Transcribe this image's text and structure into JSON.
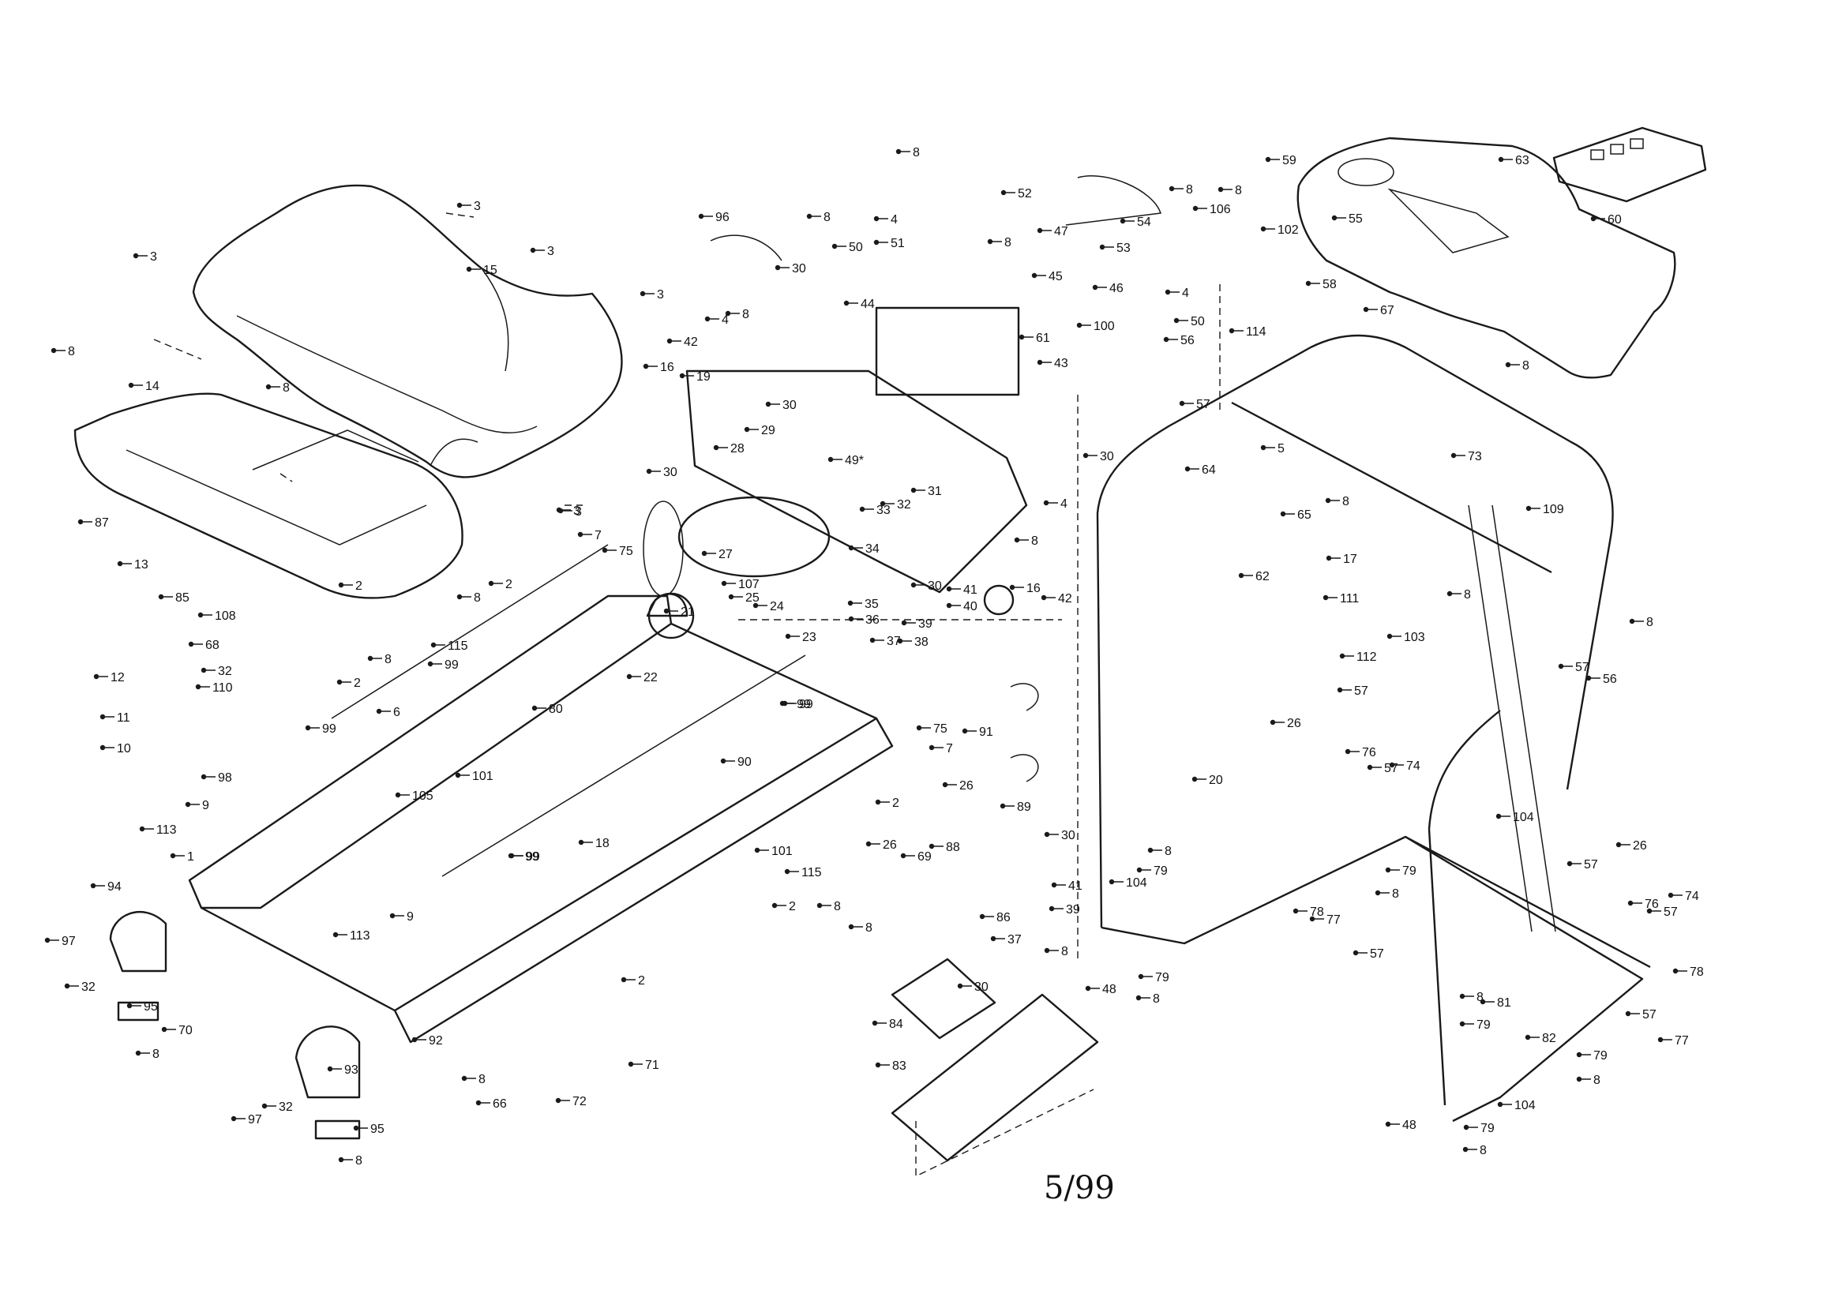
{
  "page_number": "5/99",
  "callouts": [
    {
      "id": "c1",
      "label": "3"
    },
    {
      "id": "c2",
      "label": "3"
    },
    {
      "id": "c3",
      "label": "3"
    },
    {
      "id": "c4",
      "label": "3"
    },
    {
      "id": "c5",
      "label": "3"
    },
    {
      "id": "c6",
      "label": "15"
    },
    {
      "id": "c7",
      "label": "8"
    },
    {
      "id": "c8",
      "label": "14"
    },
    {
      "id": "c9",
      "label": "8"
    },
    {
      "id": "c10",
      "label": "8"
    },
    {
      "id": "c11",
      "label": "87"
    },
    {
      "id": "c12",
      "label": "13"
    },
    {
      "id": "c13",
      "label": "85"
    },
    {
      "id": "c14",
      "label": "12"
    },
    {
      "id": "c15",
      "label": "11"
    },
    {
      "id": "c16",
      "label": "10"
    },
    {
      "id": "c17",
      "label": "108"
    },
    {
      "id": "c18",
      "label": "68"
    },
    {
      "id": "c19",
      "label": "32"
    },
    {
      "id": "c20",
      "label": "110"
    },
    {
      "id": "c21",
      "label": "2"
    },
    {
      "id": "c22",
      "label": "2"
    },
    {
      "id": "c23",
      "label": "98"
    },
    {
      "id": "c24",
      "label": "9"
    },
    {
      "id": "c25",
      "label": "113"
    },
    {
      "id": "c26",
      "label": "1"
    },
    {
      "id": "c27",
      "label": "94"
    },
    {
      "id": "c28",
      "label": "97"
    },
    {
      "id": "c29",
      "label": "32"
    },
    {
      "id": "c30",
      "label": "95"
    },
    {
      "id": "c31",
      "label": "8"
    },
    {
      "id": "c32",
      "label": "70"
    },
    {
      "id": "c33",
      "label": "93"
    },
    {
      "id": "c34",
      "label": "97"
    },
    {
      "id": "c35",
      "label": "32"
    },
    {
      "id": "c36",
      "label": "95"
    },
    {
      "id": "c37",
      "label": "8"
    },
    {
      "id": "c38",
      "label": "66"
    },
    {
      "id": "c39",
      "label": "8"
    },
    {
      "id": "c40",
      "label": "71"
    },
    {
      "id": "c41",
      "label": "72"
    },
    {
      "id": "c42",
      "label": "113"
    },
    {
      "id": "c43",
      "label": "92"
    },
    {
      "id": "c44",
      "label": "9"
    },
    {
      "id": "c45",
      "label": "99"
    },
    {
      "id": "c46",
      "label": "18"
    },
    {
      "id": "c47",
      "label": "105"
    },
    {
      "id": "c48",
      "label": "6"
    },
    {
      "id": "c49",
      "label": "99"
    },
    {
      "id": "c50",
      "label": "101"
    },
    {
      "id": "c51",
      "label": "99"
    },
    {
      "id": "c52",
      "label": "8"
    },
    {
      "id": "c53",
      "label": "115"
    },
    {
      "id": "c54",
      "label": "80"
    },
    {
      "id": "c55",
      "label": "2"
    },
    {
      "id": "c56",
      "label": "99"
    },
    {
      "id": "c57",
      "label": "7"
    },
    {
      "id": "c58",
      "label": "75"
    },
    {
      "id": "c59",
      "label": "22"
    },
    {
      "id": "c60",
      "label": "21"
    },
    {
      "id": "c61",
      "label": "99"
    },
    {
      "id": "c62",
      "label": "90"
    },
    {
      "id": "c63",
      "label": "101"
    },
    {
      "id": "c64",
      "label": "2"
    },
    {
      "id": "c65",
      "label": "2"
    },
    {
      "id": "c66",
      "label": "99"
    },
    {
      "id": "c67",
      "label": "75"
    },
    {
      "id": "c68",
      "label": "7"
    },
    {
      "id": "c69",
      "label": "2"
    },
    {
      "id": "c70",
      "label": "26"
    },
    {
      "id": "c71",
      "label": "89"
    },
    {
      "id": "c72",
      "label": "91"
    },
    {
      "id": "c73",
      "label": "115"
    },
    {
      "id": "c74",
      "label": "8"
    },
    {
      "id": "c75",
      "label": "26"
    },
    {
      "id": "c76",
      "label": "69"
    },
    {
      "id": "c77",
      "label": "88"
    },
    {
      "id": "c78",
      "label": "86"
    },
    {
      "id": "c79",
      "label": "30"
    },
    {
      "id": "c80",
      "label": "30"
    },
    {
      "id": "c81",
      "label": "41"
    },
    {
      "id": "c82",
      "label": "39"
    },
    {
      "id": "c83",
      "label": "37"
    },
    {
      "id": "c84",
      "label": "8"
    },
    {
      "id": "c85",
      "label": "84"
    },
    {
      "id": "c86",
      "label": "8"
    },
    {
      "id": "c87",
      "label": "83"
    },
    {
      "id": "c88",
      "label": "96"
    },
    {
      "id": "c89",
      "label": "30"
    },
    {
      "id": "c90",
      "label": "8"
    },
    {
      "id": "c91",
      "label": "4"
    },
    {
      "id": "c92",
      "label": "42"
    },
    {
      "id": "c93",
      "label": "16"
    },
    {
      "id": "c94",
      "label": "19"
    },
    {
      "id": "c95",
      "label": "30"
    },
    {
      "id": "c96",
      "label": "30"
    },
    {
      "id": "c97",
      "label": "28"
    },
    {
      "id": "c98",
      "label": "29"
    },
    {
      "id": "c99",
      "label": "49*"
    },
    {
      "id": "c100",
      "label": "27"
    },
    {
      "id": "c101",
      "label": "107"
    },
    {
      "id": "c102",
      "label": "25"
    },
    {
      "id": "c103",
      "label": "24"
    },
    {
      "id": "c104",
      "label": "23"
    },
    {
      "id": "c105",
      "label": "33"
    },
    {
      "id": "c106",
      "label": "34"
    },
    {
      "id": "c107",
      "label": "35"
    },
    {
      "id": "c108",
      "label": "36"
    },
    {
      "id": "c109",
      "label": "37"
    },
    {
      "id": "c110",
      "label": "38"
    },
    {
      "id": "c111",
      "label": "39"
    },
    {
      "id": "c112",
      "label": "40"
    },
    {
      "id": "c113",
      "label": "41"
    },
    {
      "id": "c114",
      "label": "30"
    },
    {
      "id": "c115",
      "label": "16"
    },
    {
      "id": "c116",
      "label": "42"
    },
    {
      "id": "c117",
      "label": "8"
    },
    {
      "id": "c118",
      "label": "4"
    },
    {
      "id": "c119",
      "label": "31"
    },
    {
      "id": "c120",
      "label": "32"
    },
    {
      "id": "c121",
      "label": "30"
    },
    {
      "id": "c122",
      "label": "3"
    },
    {
      "id": "c123",
      "label": "8"
    },
    {
      "id": "c124",
      "label": "4"
    },
    {
      "id": "c125",
      "label": "50"
    },
    {
      "id": "c126",
      "label": "51"
    },
    {
      "id": "c127",
      "label": "44"
    },
    {
      "id": "c128",
      "label": "8"
    },
    {
      "id": "c129",
      "label": "52"
    },
    {
      "id": "c130",
      "label": "54"
    },
    {
      "id": "c131",
      "label": "53"
    },
    {
      "id": "c132",
      "label": "47"
    },
    {
      "id": "c133",
      "label": "8"
    },
    {
      "id": "c134",
      "label": "45"
    },
    {
      "id": "c135",
      "label": "46"
    },
    {
      "id": "c136",
      "label": "61"
    },
    {
      "id": "c137",
      "label": "43"
    },
    {
      "id": "c138",
      "label": "8"
    },
    {
      "id": "c139",
      "label": "106"
    },
    {
      "id": "c140",
      "label": "102"
    },
    {
      "id": "c141",
      "label": "8"
    },
    {
      "id": "c142",
      "label": "4"
    },
    {
      "id": "c143",
      "label": "50"
    },
    {
      "id": "c144",
      "label": "100"
    },
    {
      "id": "c145",
      "label": "56"
    },
    {
      "id": "c146",
      "label": "57"
    },
    {
      "id": "c147",
      "label": "114"
    },
    {
      "id": "c148",
      "label": "5"
    },
    {
      "id": "c149",
      "label": "64"
    },
    {
      "id": "c150",
      "label": "65"
    },
    {
      "id": "c151",
      "label": "62"
    },
    {
      "id": "c152",
      "label": "59"
    },
    {
      "id": "c153",
      "label": "63"
    },
    {
      "id": "c154",
      "label": "60"
    },
    {
      "id": "c155",
      "label": "55"
    },
    {
      "id": "c156",
      "label": "58"
    },
    {
      "id": "c157",
      "label": "67"
    },
    {
      "id": "c158",
      "label": "8"
    },
    {
      "id": "c159",
      "label": "73"
    },
    {
      "id": "c160",
      "label": "8"
    },
    {
      "id": "c161",
      "label": "109"
    },
    {
      "id": "c162",
      "label": "17"
    },
    {
      "id": "c163",
      "label": "8"
    },
    {
      "id": "c164",
      "label": "111"
    },
    {
      "id": "c165",
      "label": "112"
    },
    {
      "id": "c166",
      "label": "103"
    },
    {
      "id": "c167",
      "label": "8"
    },
    {
      "id": "c168",
      "label": "57"
    },
    {
      "id": "c169",
      "label": "56"
    },
    {
      "id": "c170",
      "label": "57"
    },
    {
      "id": "c171",
      "label": "26"
    },
    {
      "id": "c172",
      "label": "76"
    },
    {
      "id": "c173",
      "label": "57"
    },
    {
      "id": "c174",
      "label": "74"
    },
    {
      "id": "c175",
      "label": "20"
    },
    {
      "id": "c176",
      "label": "8"
    },
    {
      "id": "c177",
      "label": "79"
    },
    {
      "id": "c178",
      "label": "104"
    },
    {
      "id": "c179",
      "label": "79"
    },
    {
      "id": "c180",
      "label": "8"
    },
    {
      "id": "c181",
      "label": "78"
    },
    {
      "id": "c182",
      "label": "77"
    },
    {
      "id": "c183",
      "label": "57"
    },
    {
      "id": "c184",
      "label": "104"
    },
    {
      "id": "c185",
      "label": "26"
    },
    {
      "id": "c186",
      "label": "57"
    },
    {
      "id": "c187",
      "label": "76"
    },
    {
      "id": "c188",
      "label": "57"
    },
    {
      "id": "c189",
      "label": "74"
    },
    {
      "id": "c190",
      "label": "81"
    },
    {
      "id": "c191",
      "label": "8"
    },
    {
      "id": "c192",
      "label": "79"
    },
    {
      "id": "c193",
      "label": "78"
    },
    {
      "id": "c194",
      "label": "57"
    },
    {
      "id": "c195",
      "label": "77"
    },
    {
      "id": "c196",
      "label": "82"
    },
    {
      "id": "c197",
      "label": "79"
    },
    {
      "id": "c198",
      "label": "8"
    },
    {
      "id": "c199",
      "label": "104"
    },
    {
      "id": "c200",
      "label": "48"
    },
    {
      "id": "c201",
      "label": "79"
    },
    {
      "id": "c202",
      "label": "8"
    },
    {
      "id": "c203",
      "label": "48"
    },
    {
      "id": "c204",
      "label": "79"
    },
    {
      "id": "c205",
      "label": "8"
    }
  ]
}
